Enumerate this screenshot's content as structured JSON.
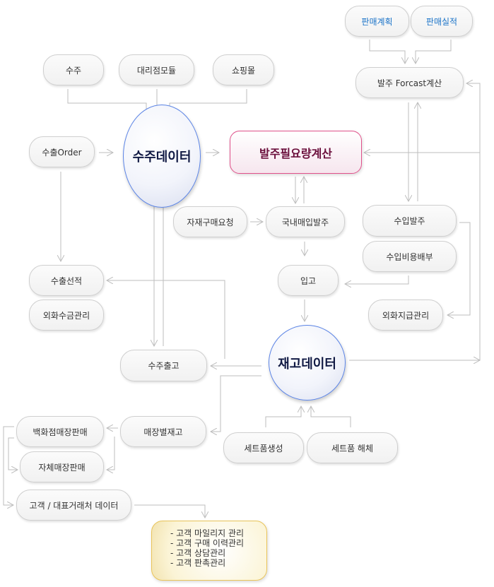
{
  "nodes": {
    "sales_plan": "판매계획",
    "sales_result": "판매실적",
    "order": "수주",
    "agency_module": "대리점모듈",
    "shopping_mall": "쇼핑몰",
    "forecast": "발주 Forcast계산",
    "export_order": "수출Order",
    "order_data": "수주데이터",
    "required_qty": "발주필요량계산",
    "material_request": "자재구매요청",
    "domestic_purchase": "국내매입발주",
    "import_order": "수입발주",
    "import_cost": "수입비용배부",
    "export_shipping": "수출선적",
    "receiving": "입고",
    "fx_collection": "외화수금관리",
    "fx_payment": "외화지급관리",
    "inventory_data": "재고데이터",
    "order_shipping": "수주출고",
    "store_inventory": "매장별재고",
    "dept_store_sales": "백화점매장판매",
    "own_store_sales": "자체매장판매",
    "set_create": "세트품생성",
    "set_dismantle": "세트품 해체",
    "customer_data": "고객 / 대표거래처 데이터"
  },
  "customer_features": [
    "- 고객 마일리지 관리",
    "- 고객 구매 이력관리",
    "- 고객 상담관리",
    "- 고객 판촉관리"
  ],
  "colors": {
    "wire": "#bdbdbd",
    "circle_border": "#5b84e6",
    "pink_border": "#e0508a",
    "yellow_border": "#e9c45a",
    "blue_text": "#1a73c8"
  }
}
